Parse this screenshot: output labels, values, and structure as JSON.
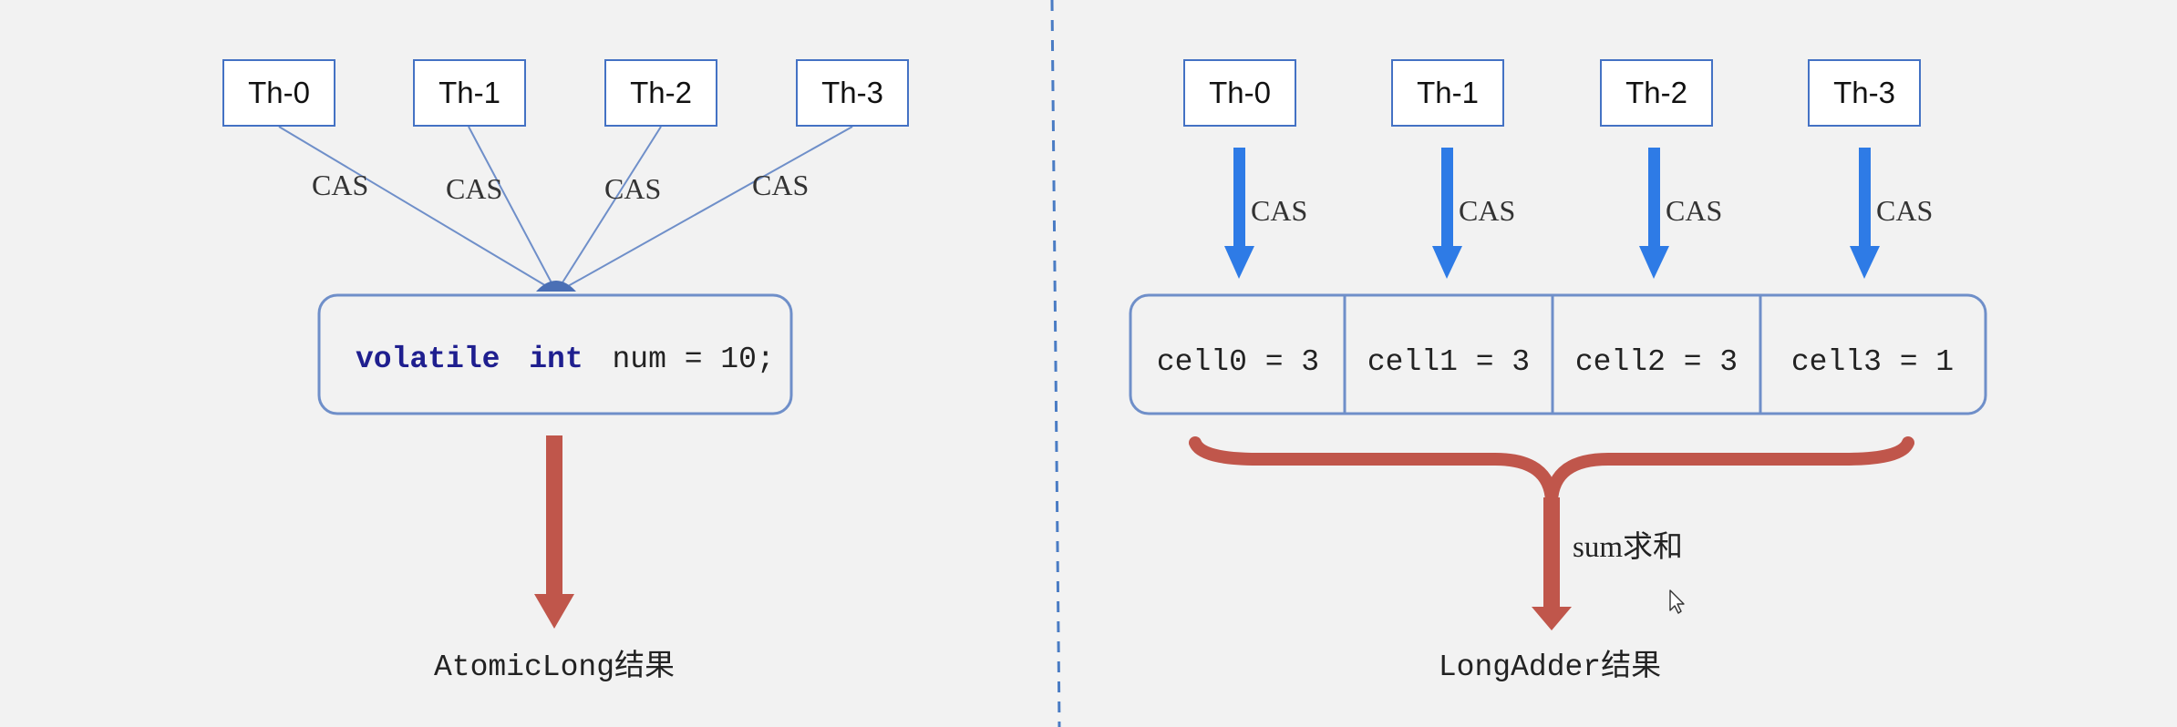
{
  "left": {
    "threads": [
      "Th-0",
      "Th-1",
      "Th-2",
      "Th-3"
    ],
    "cas_labels": [
      "CAS",
      "CAS",
      "CAS",
      "CAS"
    ],
    "code": {
      "kw1": "volatile",
      "kw2": "int",
      "rest": "num = 10;"
    },
    "result": "AtomicLong结果"
  },
  "right": {
    "threads": [
      "Th-0",
      "Th-1",
      "Th-2",
      "Th-3"
    ],
    "cas_labels": [
      "CAS",
      "CAS",
      "CAS",
      "CAS"
    ],
    "cells": [
      "cell0 = 3",
      "cell1 = 3",
      "cell2 = 3",
      "cell3 = 1"
    ],
    "sum_label": "sum求和",
    "result": "LongAdder结果"
  },
  "colors": {
    "box_border": "#4472c4",
    "line": "#6f8fc9",
    "blue_arrow": "#2e7be6",
    "red_arrow": "#c0564b",
    "divider": "#4a7cc4"
  },
  "icons": {
    "cursor": "mouse-pointer-icon"
  }
}
